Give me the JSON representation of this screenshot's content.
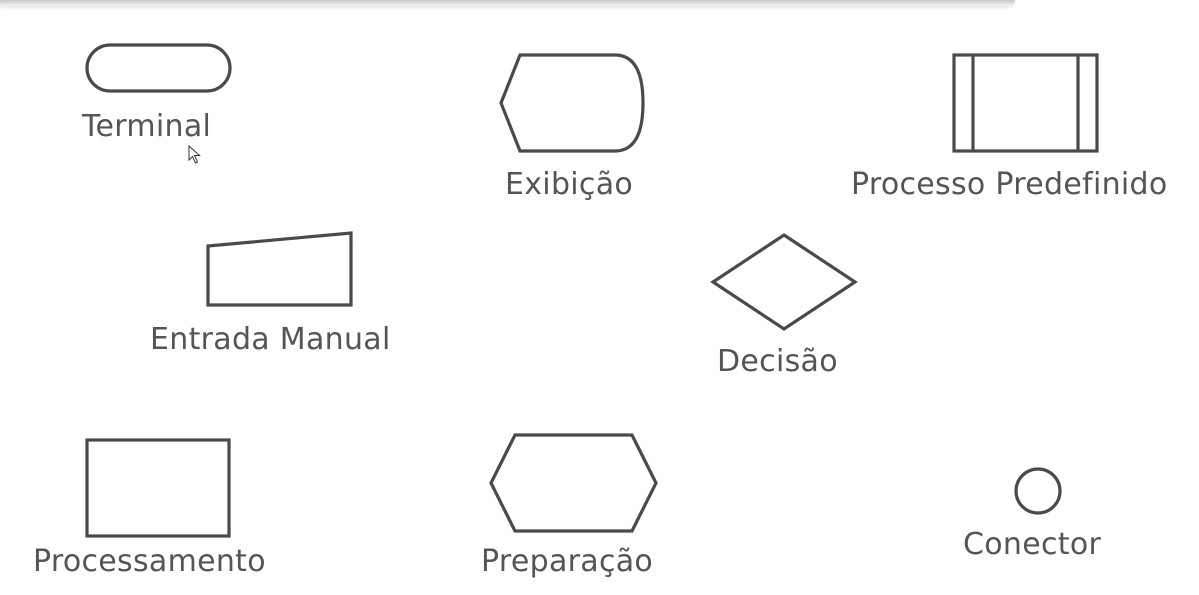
{
  "labels": {
    "terminal": "Terminal",
    "exibicao": "Exibição",
    "processo_predefinido": "Processo Predefinido",
    "entrada_manual": "Entrada Manual",
    "decisao": "Decisão",
    "processamento": "Processamento",
    "preparacao": "Preparação",
    "conector": "Conector"
  },
  "icons": {
    "cursor": "mouse-pointer-icon"
  },
  "colors": {
    "stroke": "#4a4a4a",
    "text": "#555555",
    "background": "#ffffff"
  }
}
